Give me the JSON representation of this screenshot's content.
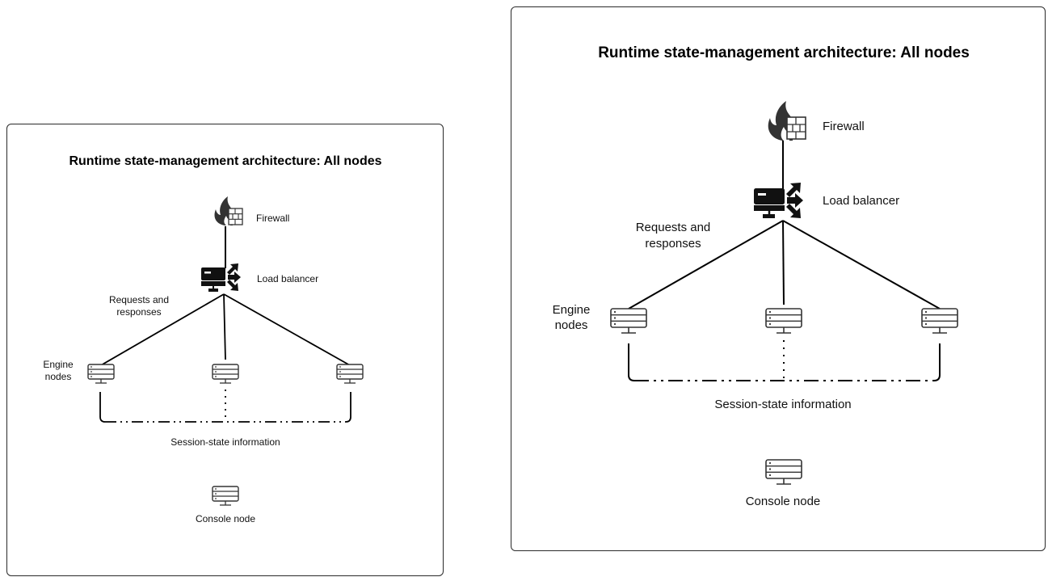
{
  "colors": {
    "line": "#000000",
    "icon": "#333333",
    "server_fill": "#ffffff"
  },
  "icons": [
    "firewall-icon",
    "load-balancer-icon",
    "server-icon"
  ],
  "panel_small": {
    "title": "Runtime state-management architecture: All nodes",
    "firewall_label": "Firewall",
    "load_balancer_label": "Load balancer",
    "requests_label_1": "Requests and",
    "requests_label_2": "responses",
    "engine_label_1": "Engine",
    "engine_label_2": "nodes",
    "session_label": "Session-state information",
    "console_label": "Console node"
  },
  "panel_large": {
    "title": "Runtime state-management architecture: All nodes",
    "firewall_label": "Firewall",
    "load_balancer_label": "Load balancer",
    "requests_label_1": "Requests and",
    "requests_label_2": "responses",
    "engine_label_1": "Engine",
    "engine_label_2": "nodes",
    "session_label": "Session-state information",
    "console_label": "Console node"
  }
}
